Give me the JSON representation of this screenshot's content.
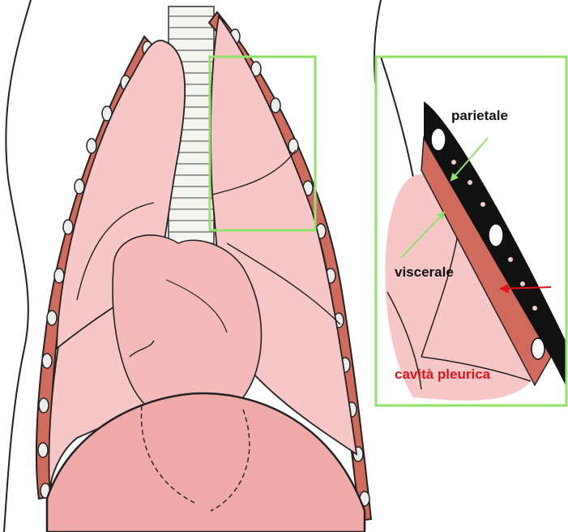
{
  "labels": {
    "parietale": "parietale",
    "viscerale": "viscerale",
    "cavita_pleurica": "cavità pleurica"
  },
  "colors": {
    "lung_fill": "#f7c6c6",
    "pleura_wall": "#cf6a5c",
    "highlight_box": "#8fe36a",
    "pointer_green": "#8fe36a",
    "pointer_red": "#e3131b",
    "label_red": "#e3131b"
  },
  "icons": {
    "parietale_pointer": "arrow-icon",
    "viscerale_pointer": "arrow-icon",
    "cavity_pointer": "arrow-icon"
  }
}
